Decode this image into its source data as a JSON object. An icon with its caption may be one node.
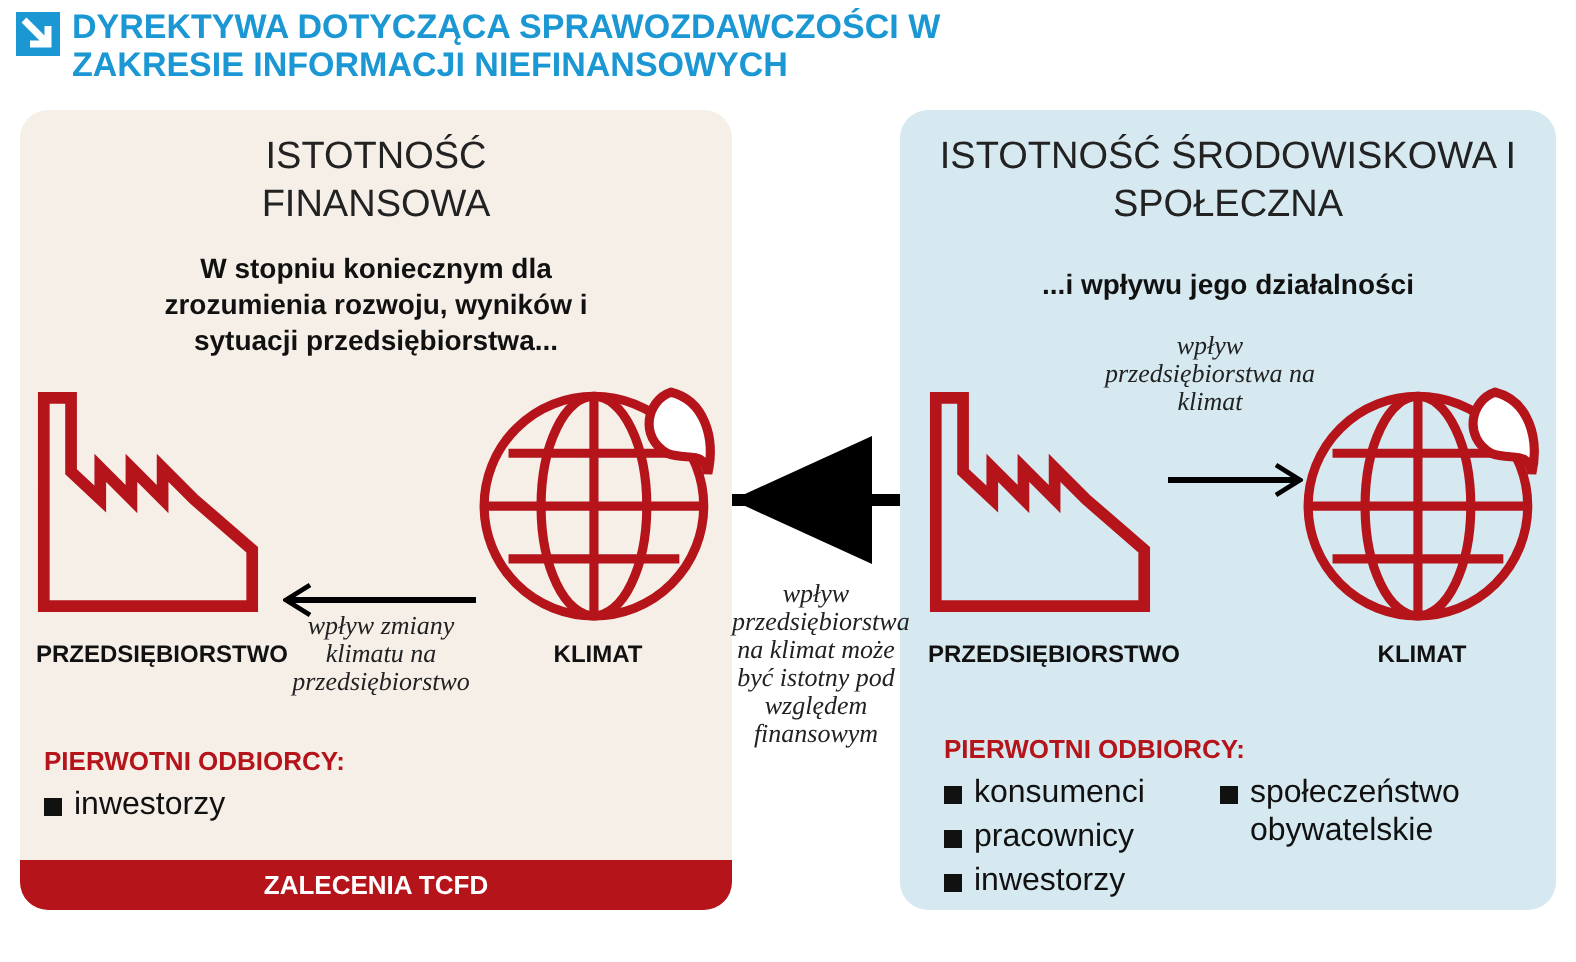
{
  "diagram": {
    "title": "DYREKTYWA DOTYCZĄCA SPRAWOZDAWCZOŚCI W ZAKRESIE INFORMACJI NIEFINANSOWYCH",
    "nodes": [
      {
        "text": [
          "ISTOTNOŚĆ FINANSOWA",
          "W stopniu koniecznym dla zrozumienia rozwoju, wyników i sytuacji przedsiębiorstwa...",
          "PIERWOTNI ODBIORCY:",
          "inwestorzy"
        ]
      },
      {
        "text": [
          "PRZEDSIĘBIORSTWO"
        ],
        "in": 0
      },
      {
        "text": [
          "KLIMAT"
        ],
        "in": 0
      },
      {
        "text": [
          "ZALECENIA TCFD"
        ],
        "in": 0
      },
      {
        "text": [
          "ISTOTNOŚĆ ŚRODOWISKOWA I SPOŁECZNA",
          "...i wpływu jego działalności",
          "PIERWOTNI ODBIORCY:",
          "konsumenci",
          "pracownicy",
          "inwestorzy",
          "społeczeństwo obywatelskie"
        ]
      },
      {
        "text": [
          "PRZEDSIĘBIORSTWO"
        ],
        "in": 4
      },
      {
        "text": [
          "KLIMAT"
        ],
        "in": 4
      }
    ],
    "edges": [
      {
        "from": 2,
        "to": 1,
        "arrow": "to",
        "label": "wpływ zmiany klimatu na przedsiębiorstwo"
      },
      {
        "from": 5,
        "to": 6,
        "arrow": "to",
        "label": "wpływ przedsiębiorstwa na klimat"
      },
      {
        "from": 4,
        "to": 0,
        "arrow": "to",
        "style": "thick",
        "label": "wpływ przedsiębiorstwa na klimat może być istotny pod względem finansowym"
      }
    ]
  }
}
